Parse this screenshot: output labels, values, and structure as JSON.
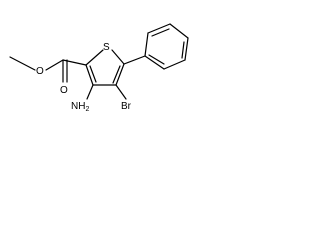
{
  "molecule": {
    "atoms": {
      "sulfur": "S",
      "carbonyl_oxygen": "O",
      "ester_oxygen": "O",
      "bromine": "Br",
      "amine_n": "NH",
      "amine_h_count": "2"
    }
  }
}
